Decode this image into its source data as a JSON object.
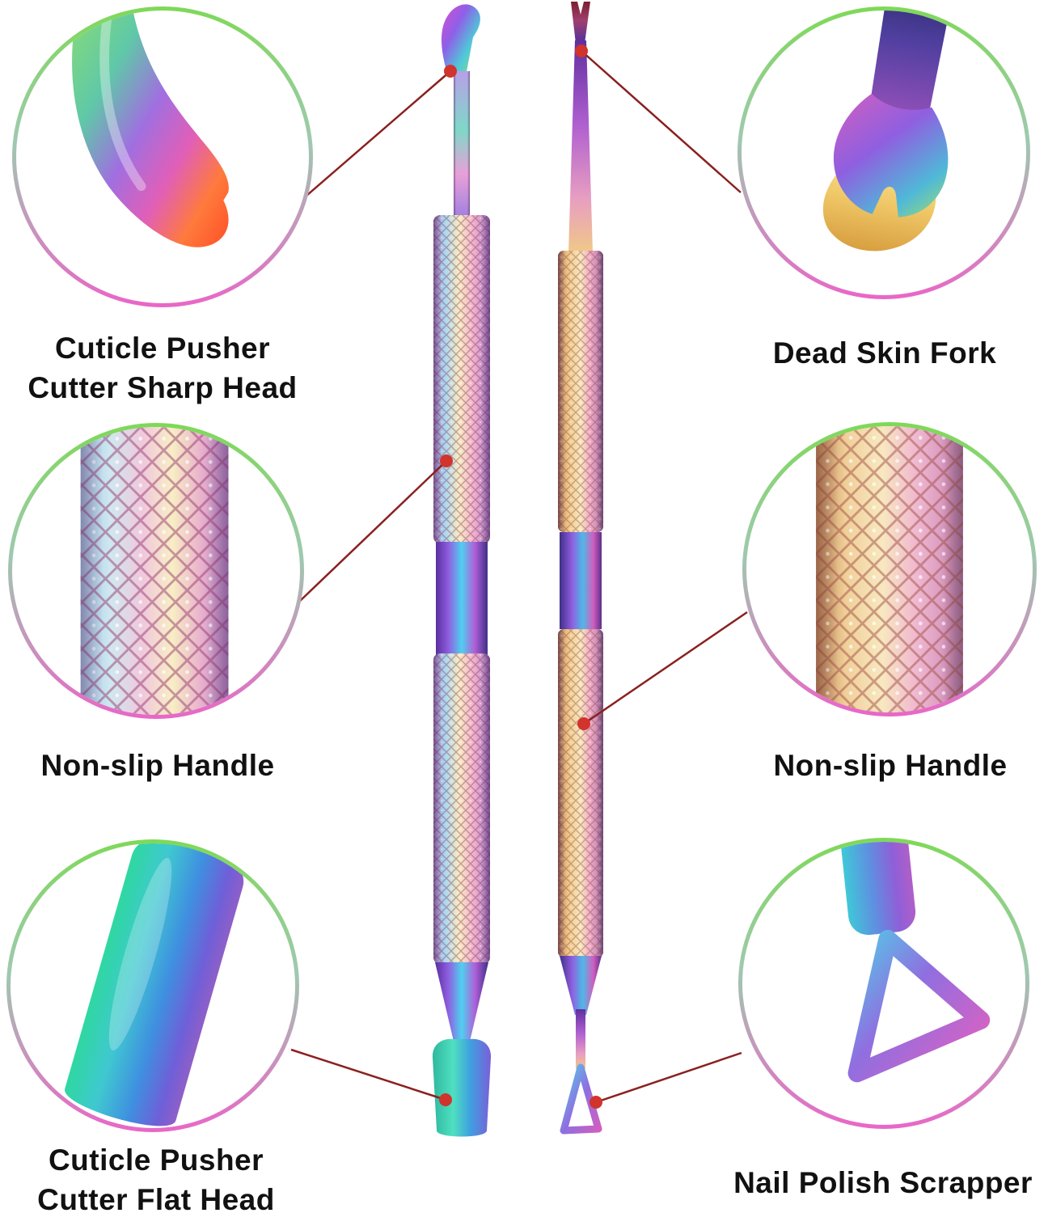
{
  "title": "Cuticle pusher and dead skin fork product callout diagram",
  "colors": {
    "background": "#ffffff",
    "ring_gradient_top": "#7ed957",
    "ring_gradient_bottom": "#e966c7",
    "connector_line": "#8b2020",
    "marker_dot": "#d0342c",
    "label_text": "#111111"
  },
  "callouts": {
    "top_left": {
      "line1": "Cuticle Pusher",
      "line2": "Cutter Sharp Head",
      "icon": "sharp-head-zoom-icon"
    },
    "mid_left": {
      "line1": "Non-slip Handle",
      "icon": "knurled-handle-zoom-icon"
    },
    "bottom_left": {
      "line1": "Cuticle Pusher",
      "line2": "Cutter Flat Head",
      "icon": "flat-head-zoom-icon"
    },
    "top_right": {
      "line1": "Dead Skin Fork",
      "icon": "dead-skin-fork-zoom-icon"
    },
    "mid_right": {
      "line1": "Non-slip Handle",
      "icon": "knurled-handle-zoom-icon"
    },
    "bottom_right": {
      "line1": "Nail Polish Scrapper",
      "icon": "nail-polish-scraper-zoom-icon"
    }
  }
}
